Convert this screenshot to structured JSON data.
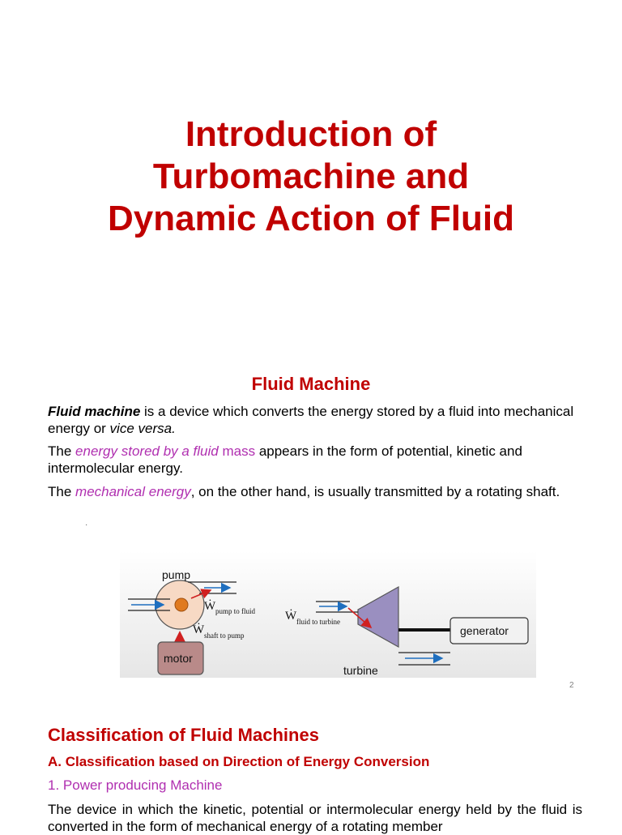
{
  "slide1": {
    "title_lines": [
      "Introduction of",
      "Turbomachine and",
      "Dynamic Action of Fluid"
    ]
  },
  "slide2": {
    "heading": "Fluid Machine",
    "p1": {
      "term": "Fluid machine",
      "text1": " is a device which converts the energy stored by a fluid into mechanical energy or ",
      "italic": "vice versa."
    },
    "p2": {
      "prefix": "The ",
      "highlight": "energy stored by a fluid",
      "mid": " mass",
      "rest": " appears in the form of potential, kinetic and intermolecular energy."
    },
    "p3": {
      "prefix": "The ",
      "highlight": "mechanical energy",
      "rest": ", on the other hand, is usually transmitted by a rotating shaft."
    },
    "dot": "·",
    "figure": {
      "pump_label": "pump",
      "motor_label": "motor",
      "turbine_label": "turbine",
      "generator_label": "generator",
      "w_symbol": "Ẇ",
      "pump_to_fluid": "pump to fluid",
      "shaft_to_pump": "shaft to pump",
      "fluid_to_turbine": "fluid to turbine"
    },
    "page_number": "2"
  },
  "slide3": {
    "heading": "Classification of Fluid Machines",
    "subheading": "A. Classification based on Direction of Energy Conversion",
    "item": "1. Power producing Machine",
    "body": "The device in which the kinetic, potential or intermolecular energy held by the fluid is converted in the form of mechanical energy of a rotating member"
  },
  "colors": {
    "heading_red": "#c00000",
    "magenta": "#b02fb0",
    "pump_fill": "#f7d9c4",
    "motor_fill": "#b98a89",
    "turbine_fill": "#9a8fc0",
    "arrow_blue": "#1f6fbf",
    "arrow_red": "#d02020"
  }
}
